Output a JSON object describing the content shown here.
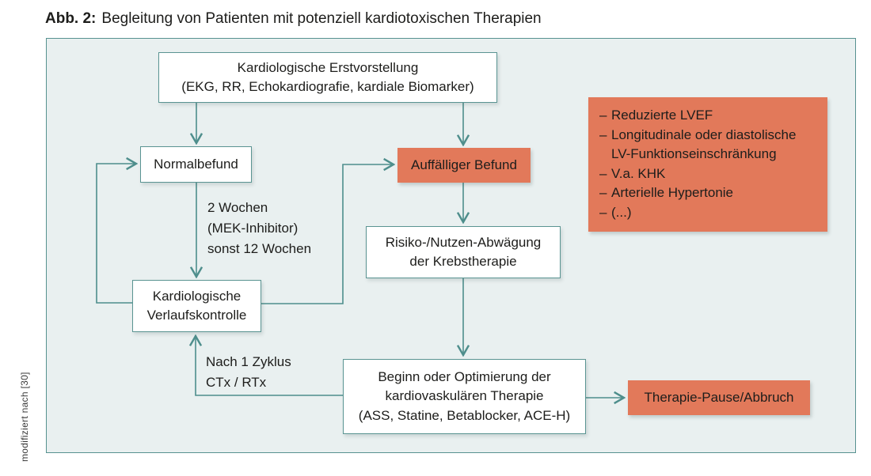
{
  "figure": {
    "label": "Abb. 2:",
    "title": "Begleitung von Patienten mit potenziell kardiotoxischen Therapien",
    "source_note": "modifiziert nach [30]"
  },
  "colors": {
    "accent_orange": "#e2795a",
    "line_teal": "#4e8e8c",
    "panel_background": "#e9f0f0"
  },
  "nodes": {
    "erstvorstellung": "Kardiologische Erstvorstellung\n(EKG, RR, Echokardiografie, kardiale Biomarker)",
    "normalbefund": "Normalbefund",
    "auffaelliger_befund": "Auffälliger Befund",
    "risiko_nutzen": "Risiko-/Nutzen-Abwägung\nder Krebstherapie",
    "verlaufskontrolle": "Kardiologische\nVerlaufskontrolle",
    "beginn_optimierung": "Beginn oder Optimierung der\nkardiovaskulären Therapie\n(ASS, Statine, Betablocker, ACE-H)",
    "therapie_pause": "Therapie-Pause/Abbruch"
  },
  "edge_labels": {
    "kontrollintervall": "2 Wochen\n(MEK-Inhibitor)\nsonst 12 Wochen",
    "nach_zyklus": "Nach 1 Zyklus\nCTx / RTx"
  },
  "criteria_box": {
    "dash": "–",
    "items": [
      "Reduzierte LVEF",
      "Longitudinale oder diastolische LV-Funktionseinschränkung",
      "V.a. KHK",
      "Arterielle Hypertonie",
      "(...)"
    ]
  }
}
